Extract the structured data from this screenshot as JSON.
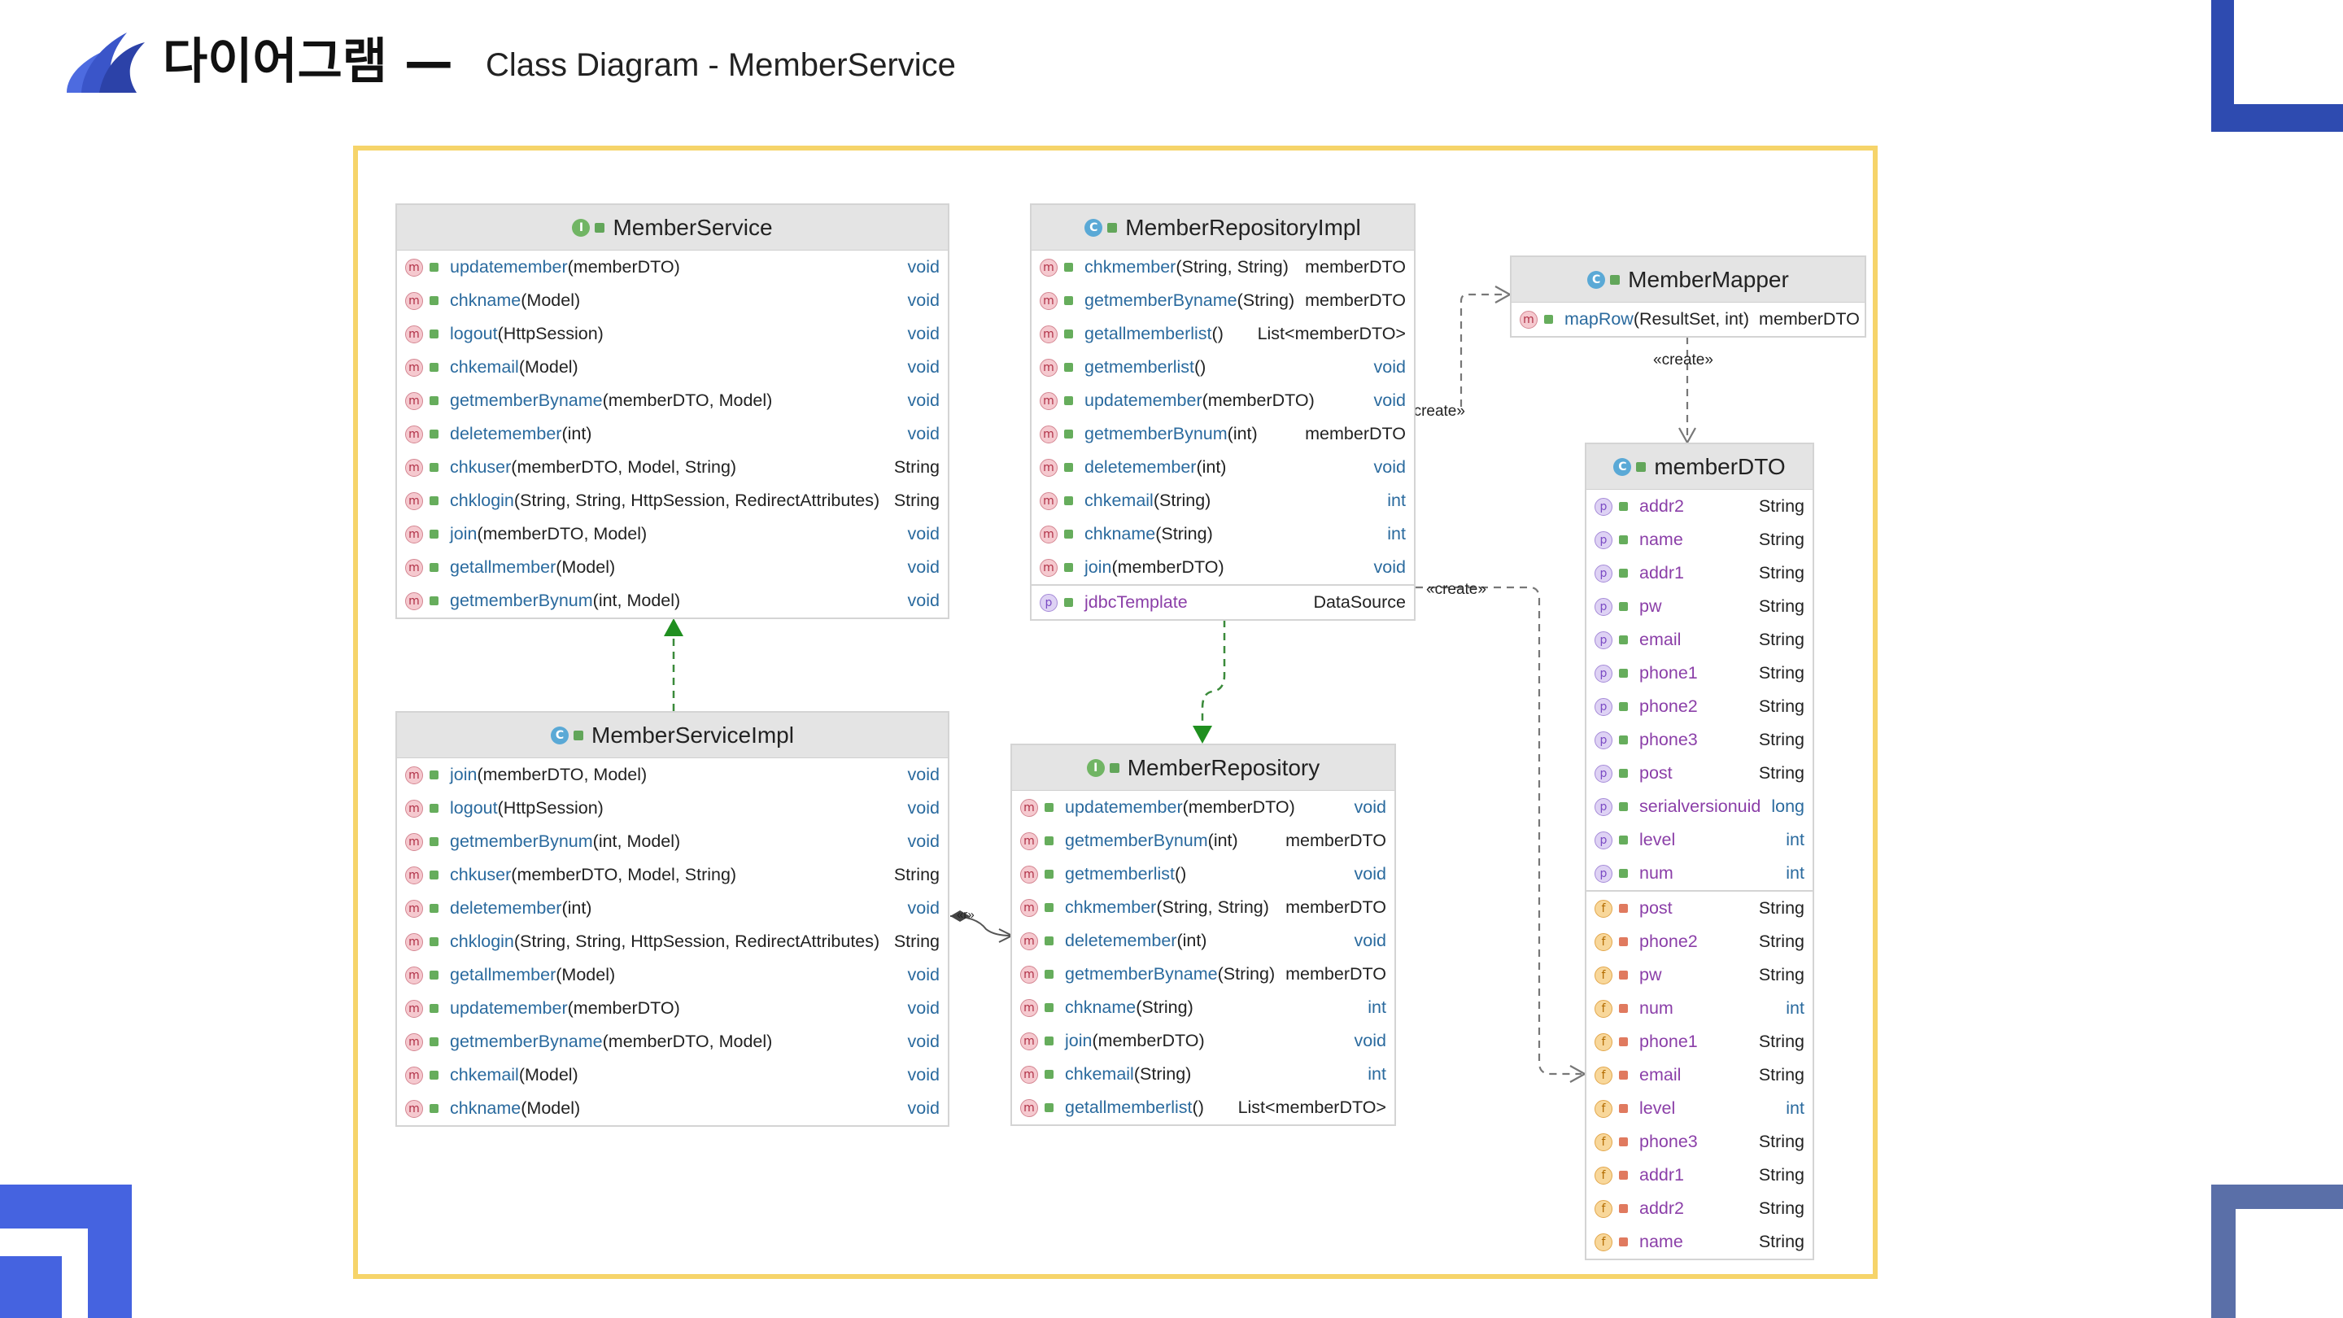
{
  "header": {
    "title_ko": "다이어그램 —",
    "title_en": "Class Diagram - MemberService"
  },
  "colors": {
    "frame": "#f6d46a",
    "accent_blue": "#3b55c4",
    "accent_slate": "#5a6fa8"
  },
  "diagram": {
    "stereotype_create": "«create»",
    "stereotype_create_dto": "«create»",
    "stereotype_create_ds": "«create»",
    "uses_label": "«r»",
    "member_service": {
      "name": "MemberService",
      "kind": "I",
      "methods": [
        {
          "name": "updatemember",
          "params": "(memberDTO)",
          "ret": "void"
        },
        {
          "name": "chkname",
          "params": "(Model)",
          "ret": "void"
        },
        {
          "name": "logout",
          "params": "(HttpSession)",
          "ret": "void"
        },
        {
          "name": "chkemail",
          "params": "(Model)",
          "ret": "void"
        },
        {
          "name": "getmemberByname",
          "params": "(memberDTO, Model)",
          "ret": "void"
        },
        {
          "name": "deletemember",
          "params": "(int)",
          "ret": "void"
        },
        {
          "name": "chkuser",
          "params": "(memberDTO, Model, String)",
          "ret": "String"
        },
        {
          "name": "chklogin",
          "params": "(String, String, HttpSession, RedirectAttributes)",
          "ret": "String"
        },
        {
          "name": "join",
          "params": "(memberDTO, Model)",
          "ret": "void"
        },
        {
          "name": "getallmember",
          "params": "(Model)",
          "ret": "void"
        },
        {
          "name": "getmemberBynum",
          "params": "(int, Model)",
          "ret": "void"
        }
      ]
    },
    "member_service_impl": {
      "name": "MemberServiceImpl",
      "kind": "C",
      "methods": [
        {
          "name": "join",
          "params": "(memberDTO, Model)",
          "ret": "void"
        },
        {
          "name": "logout",
          "params": "(HttpSession)",
          "ret": "void"
        },
        {
          "name": "getmemberBynum",
          "params": "(int, Model)",
          "ret": "void"
        },
        {
          "name": "chkuser",
          "params": "(memberDTO, Model, String)",
          "ret": "String"
        },
        {
          "name": "deletemember",
          "params": "(int)",
          "ret": "void"
        },
        {
          "name": "chklogin",
          "params": "(String, String, HttpSession, RedirectAttributes)",
          "ret": "String"
        },
        {
          "name": "getallmember",
          "params": "(Model)",
          "ret": "void"
        },
        {
          "name": "updatemember",
          "params": "(memberDTO)",
          "ret": "void"
        },
        {
          "name": "getmemberByname",
          "params": "(memberDTO, Model)",
          "ret": "void"
        },
        {
          "name": "chkemail",
          "params": "(Model)",
          "ret": "void"
        },
        {
          "name": "chkname",
          "params": "(Model)",
          "ret": "void"
        }
      ]
    },
    "member_repository_impl": {
      "name": "MemberRepositoryImpl",
      "kind": "C",
      "methods": [
        {
          "name": "chkmember",
          "params": "(String, String)",
          "ret": "memberDTO"
        },
        {
          "name": "getmemberByname",
          "params": "(String)",
          "ret": "memberDTO"
        },
        {
          "name": "getallmemberlist",
          "params": "()",
          "ret": "List<memberDTO>"
        },
        {
          "name": "getmemberlist",
          "params": "()",
          "ret": "void"
        },
        {
          "name": "updatemember",
          "params": "(memberDTO)",
          "ret": "void"
        },
        {
          "name": "getmemberBynum",
          "params": "(int)",
          "ret": "memberDTO"
        },
        {
          "name": "deletemember",
          "params": "(int)",
          "ret": "void"
        },
        {
          "name": "chkemail",
          "params": "(String)",
          "ret": "int"
        },
        {
          "name": "chkname",
          "params": "(String)",
          "ret": "int"
        },
        {
          "name": "join",
          "params": "(memberDTO)",
          "ret": "void"
        }
      ],
      "properties": [
        {
          "name": "jdbcTemplate",
          "ret": "DataSource"
        }
      ]
    },
    "member_repository": {
      "name": "MemberRepository",
      "kind": "I",
      "methods": [
        {
          "name": "updatemember",
          "params": "(memberDTO)",
          "ret": "void"
        },
        {
          "name": "getmemberBynum",
          "params": "(int)",
          "ret": "memberDTO"
        },
        {
          "name": "getmemberlist",
          "params": "()",
          "ret": "void"
        },
        {
          "name": "chkmember",
          "params": "(String, String)",
          "ret": "memberDTO"
        },
        {
          "name": "deletemember",
          "params": "(int)",
          "ret": "void"
        },
        {
          "name": "getmemberByname",
          "params": "(String)",
          "ret": "memberDTO"
        },
        {
          "name": "chkname",
          "params": "(String)",
          "ret": "int"
        },
        {
          "name": "join",
          "params": "(memberDTO)",
          "ret": "void"
        },
        {
          "name": "chkemail",
          "params": "(String)",
          "ret": "int"
        },
        {
          "name": "getallmemberlist",
          "params": "()",
          "ret": "List<memberDTO>"
        }
      ]
    },
    "member_mapper": {
      "name": "MemberMapper",
      "kind": "C",
      "methods": [
        {
          "name": "mapRow",
          "params": "(ResultSet, int)",
          "ret": "memberDTO"
        }
      ]
    },
    "member_dto": {
      "name": "memberDTO",
      "kind": "C",
      "properties": [
        {
          "name": "addr2",
          "ret": "String"
        },
        {
          "name": "name",
          "ret": "String"
        },
        {
          "name": "addr1",
          "ret": "String"
        },
        {
          "name": "pw",
          "ret": "String"
        },
        {
          "name": "email",
          "ret": "String"
        },
        {
          "name": "phone1",
          "ret": "String"
        },
        {
          "name": "phone2",
          "ret": "String"
        },
        {
          "name": "phone3",
          "ret": "String"
        },
        {
          "name": "post",
          "ret": "String"
        },
        {
          "name": "serialversionuid",
          "ret": "long"
        },
        {
          "name": "level",
          "ret": "int"
        },
        {
          "name": "num",
          "ret": "int"
        }
      ],
      "fields": [
        {
          "name": "post",
          "ret": "String"
        },
        {
          "name": "phone2",
          "ret": "String"
        },
        {
          "name": "pw",
          "ret": "String"
        },
        {
          "name": "num",
          "ret": "int"
        },
        {
          "name": "phone1",
          "ret": "String"
        },
        {
          "name": "email",
          "ret": "String"
        },
        {
          "name": "level",
          "ret": "int"
        },
        {
          "name": "phone3",
          "ret": "String"
        },
        {
          "name": "addr1",
          "ret": "String"
        },
        {
          "name": "addr2",
          "ret": "String"
        },
        {
          "name": "name",
          "ret": "String"
        }
      ]
    }
  }
}
